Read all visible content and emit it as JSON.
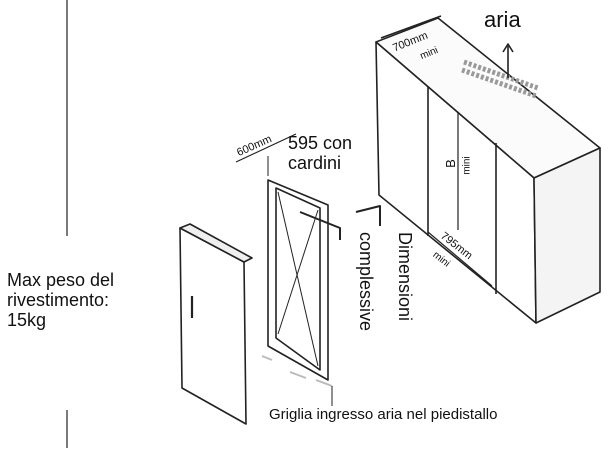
{
  "labels": {
    "aria": "aria",
    "width_700": "700mm",
    "width_700_sub": "mini",
    "width_600": "600mm",
    "note_595_line1": "595  con",
    "note_595_line2": "cardini",
    "height_b": "B",
    "height_b_sub": "mini",
    "depth_795": "795mm",
    "depth_795_sub": "mini",
    "complessive": "complessive",
    "dimensioni": "Dimensioni",
    "max_weight_line1": "Max peso del",
    "max_weight_line2": "rivestimento:",
    "max_weight_line3": "15kg",
    "grille_note": "Griglia ingresso aria nel piedistallo"
  }
}
